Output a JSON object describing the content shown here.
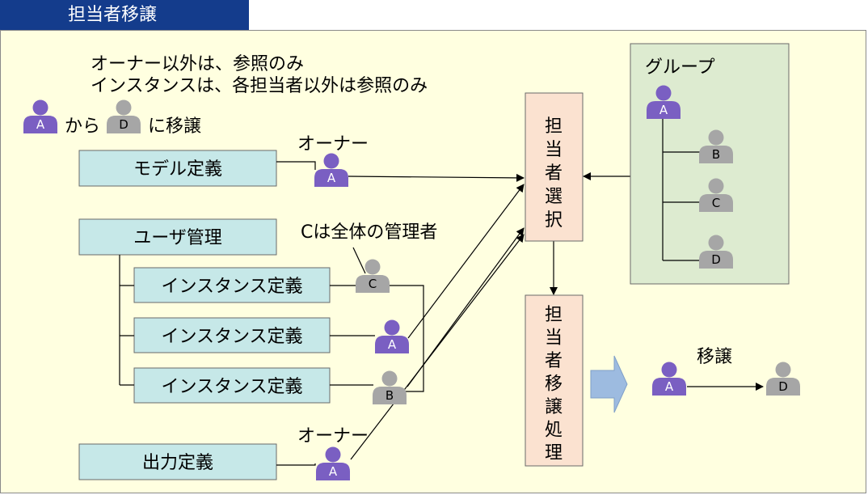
{
  "title": "担当者移譲",
  "notes": {
    "line1": "オーナー以外は、参照のみ",
    "line2": "インスタンスは、各担当者以外は参照のみ",
    "transfer_from": "から",
    "transfer_to": "に移譲"
  },
  "boxes": {
    "model": "モデル定義",
    "user_mgmt": "ユーザ管理",
    "instance1": "インスタンス定義",
    "instance2": "インスタンス定義",
    "instance3": "インスタンス定義",
    "output": "出力定義"
  },
  "labels": {
    "owner_top": "オーナー",
    "owner_bottom": "オーナー",
    "c_admin": "Cは全体の管理者",
    "group": "グループ",
    "transfer": "移譲"
  },
  "process": {
    "select": [
      "担",
      "当",
      "者",
      "選",
      "択"
    ],
    "transfer": [
      "担",
      "当",
      "者",
      "移",
      "譲",
      "処",
      "理"
    ]
  },
  "users": {
    "a": "A",
    "b": "B",
    "c": "C",
    "d": "D"
  },
  "colors": {
    "header": "#143c8c",
    "panel": "#ffffe0",
    "box": "#c6e8e8",
    "process": "#fbe2d0",
    "group": "#ddebd0",
    "user_a": "#7a5fc2",
    "user_other": "#a6a6a6",
    "arrow_block": "#9dbbe0"
  }
}
